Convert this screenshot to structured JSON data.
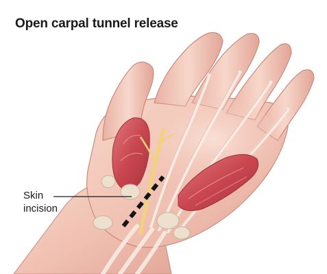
{
  "title": "Open carpal tunnel release",
  "label": {
    "line1": "Skin",
    "line2": "incision"
  },
  "colors": {
    "skin": "#f3c7b8",
    "skin_shadow": "#d9958a",
    "muscle": "#c9484f",
    "tendon": "#f4e9e1",
    "incision": "#141414"
  }
}
